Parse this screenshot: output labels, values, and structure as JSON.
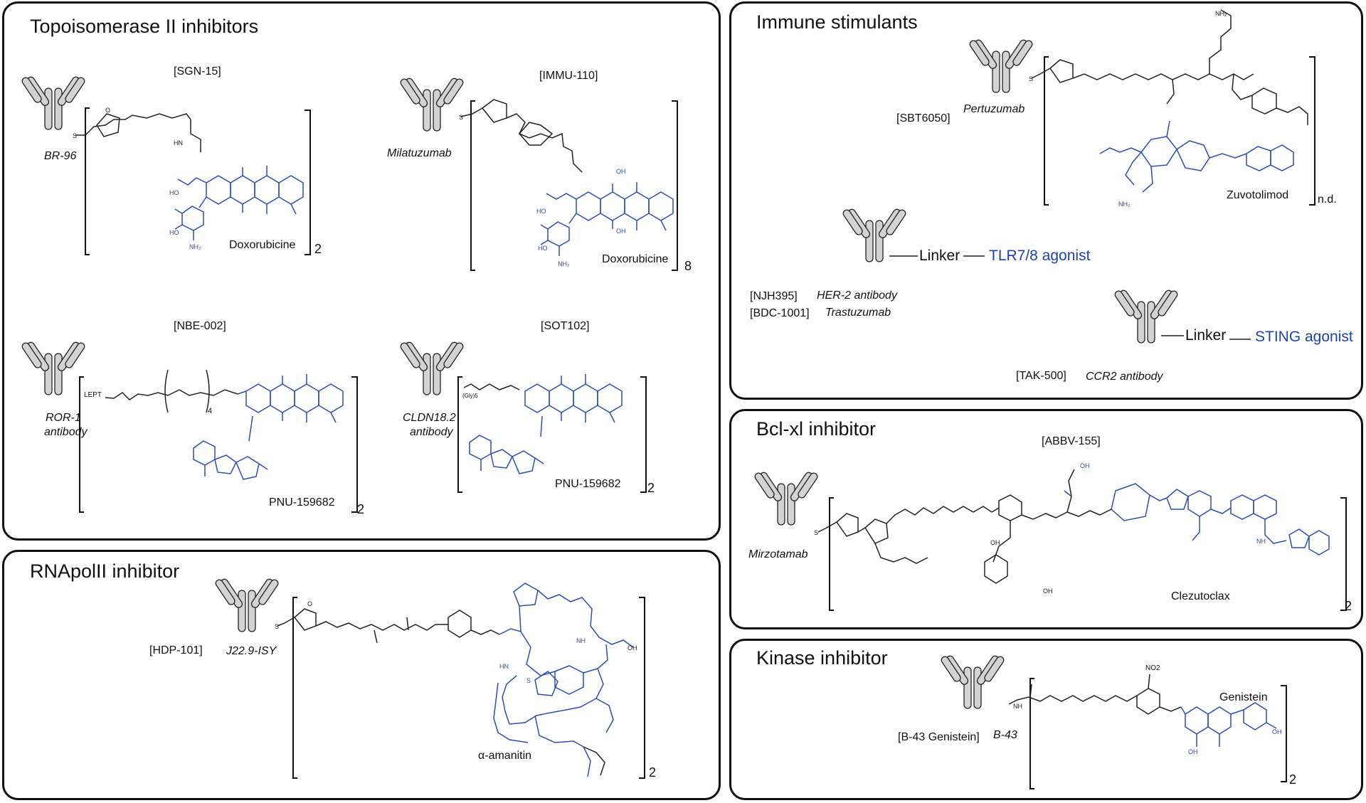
{
  "panels": {
    "topo": {
      "title": "Topoisomerase II inhibitors",
      "items": [
        {
          "code": "[SGN-15]",
          "antibody": "BR-96",
          "payload": "Doxorubicine",
          "dar": "2"
        },
        {
          "code": "[IMMU-110]",
          "antibody": "Milatuzumab",
          "payload": "Doxorubicine",
          "dar": "8"
        },
        {
          "code": "[NBE-002]",
          "antibody_line1": "ROR-1",
          "antibody_line2": "antibody",
          "linker": "LEPT",
          "repeat": "4",
          "payload": "PNU-159682",
          "dar": "2"
        },
        {
          "code": "[SOT102]",
          "antibody_line1": "CLDN18.2",
          "antibody_line2": "antibody",
          "linker": "(Gly)5",
          "payload": "PNU-159682",
          "dar": "2"
        }
      ]
    },
    "rna": {
      "title": "RNApolII inhibitor",
      "code": "[HDP-101]",
      "antibody": "J22.9-ISY",
      "payload": "α-amanitin",
      "dar": "2"
    },
    "immune": {
      "title": "Immune stimulants",
      "sbt": {
        "code": "[SBT6050]",
        "antibody": "Pertuzumab",
        "payload": "Zuvotolimod",
        "dar": "n.d."
      },
      "tlr": {
        "code1": "[NJH395]",
        "code2": "[BDC-1001]",
        "antibody1": "HER-2 antibody",
        "antibody2": "Trastuzumab",
        "linker": "Linker",
        "agonist": "TLR7/8 agonist"
      },
      "sting": {
        "code": "[TAK-500]",
        "antibody": "CCR2 antibody",
        "linker": "Linker",
        "agonist": "STING agonist"
      }
    },
    "bcl": {
      "title": "Bcl-xl inhibitor",
      "code": "[ABBV-155]",
      "antibody": "Mirzotamab",
      "payload": "Clezutoclax",
      "dar": "2"
    },
    "kinase": {
      "title": "Kinase inhibitor",
      "code": "[B-43 Genistein]",
      "antibody": "B-43",
      "payload": "Genistein",
      "group": "NO2",
      "dar": "2"
    }
  },
  "atoms": {
    "S": "S",
    "O": "O",
    "N": "N",
    "H": "H",
    "HO": "HO",
    "OH": "OH",
    "NH": "NH",
    "NH2": "NH₂",
    "HN": "HN"
  },
  "colors": {
    "payload_blue": "#2b4fb0",
    "agonist_blue": "#1f44a8",
    "antibody_fill": "#d3d3d3",
    "border": "#111111"
  }
}
